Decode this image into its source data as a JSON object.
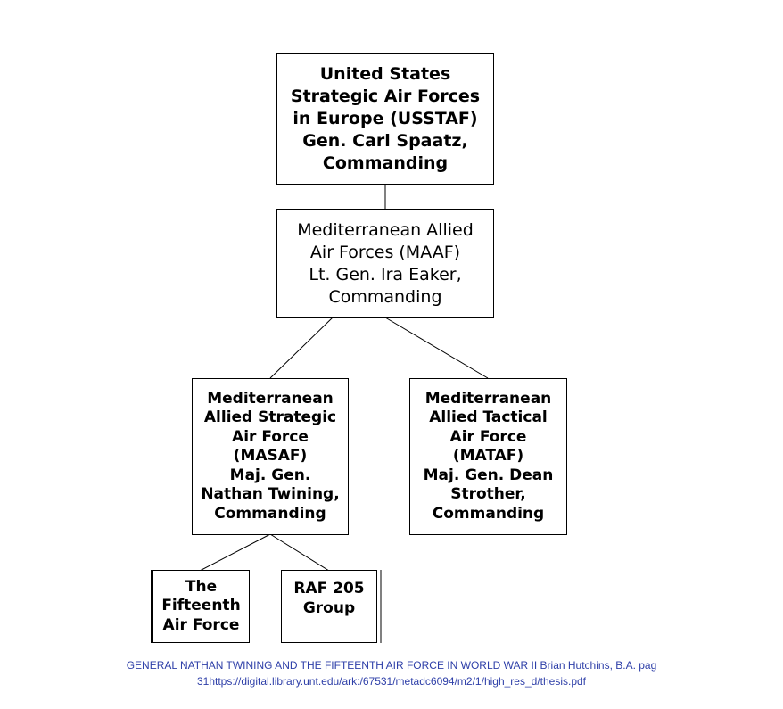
{
  "org_chart": {
    "usstaf": {
      "lines": [
        "United States",
        "Strategic Air Forces",
        "in Europe (USSTAF)",
        "Gen. Carl Spaatz,",
        "Commanding"
      ]
    },
    "maaf": {
      "lines": [
        "Mediterranean Allied",
        "Air Forces (MAAF)",
        "Lt. Gen. Ira Eaker,",
        "Commanding"
      ]
    },
    "masaf": {
      "lines": [
        "Mediterranean",
        "Allied Strategic",
        "Air Force",
        "(MASAF)",
        "Maj. Gen.",
        "Nathan Twining,",
        "Commanding"
      ]
    },
    "mataf": {
      "lines": [
        "Mediterranean",
        "Allied Tactical",
        "Air Force",
        "(MATAF)",
        "Maj. Gen. Dean",
        "Strother,",
        "Commanding"
      ]
    },
    "fifteenth": {
      "lines": [
        "The",
        "Fifteenth",
        "Air Force"
      ]
    },
    "raf205": {
      "lines": [
        "RAF 205",
        "Group"
      ]
    }
  },
  "caption": {
    "line1": "GENERAL NATHAN TWINING AND THE FIFTEENTH  AIR FORCE IN WORLD WAR II  Brian Hutchins, B.A.  pag",
    "line2": "31https://digital.library.unt.edu/ark:/67531/metadc6094/m2/1/high_res_d/thesis.pdf"
  }
}
